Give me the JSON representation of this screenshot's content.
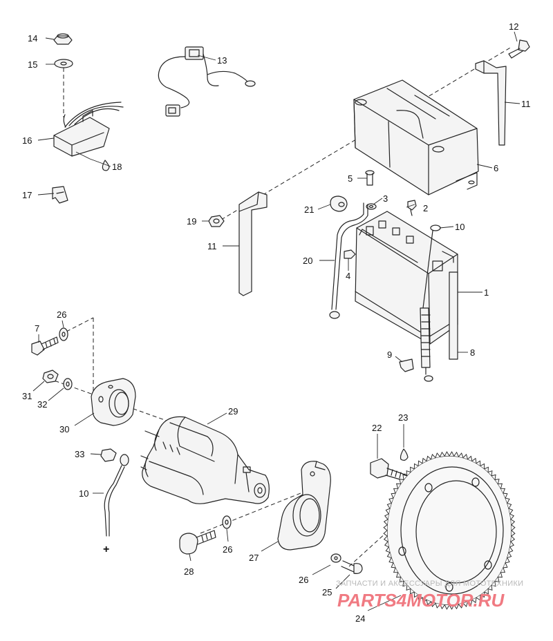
{
  "callouts": [
    {
      "id": "c1",
      "text": "1"
    },
    {
      "id": "c2",
      "text": "2"
    },
    {
      "id": "c3",
      "text": "3"
    },
    {
      "id": "c4",
      "text": "4"
    },
    {
      "id": "c5",
      "text": "5"
    },
    {
      "id": "c6",
      "text": "6"
    },
    {
      "id": "c7",
      "text": "7"
    },
    {
      "id": "c8",
      "text": "8"
    },
    {
      "id": "c9",
      "text": "9"
    },
    {
      "id": "c10a",
      "text": "10"
    },
    {
      "id": "c10b",
      "text": "10"
    },
    {
      "id": "c11a",
      "text": "11"
    },
    {
      "id": "c11b",
      "text": "11"
    },
    {
      "id": "c12",
      "text": "12"
    },
    {
      "id": "c13",
      "text": "13"
    },
    {
      "id": "c14",
      "text": "14"
    },
    {
      "id": "c15",
      "text": "15"
    },
    {
      "id": "c16",
      "text": "16"
    },
    {
      "id": "c17",
      "text": "17"
    },
    {
      "id": "c18",
      "text": "18"
    },
    {
      "id": "c19",
      "text": "19"
    },
    {
      "id": "c20",
      "text": "20"
    },
    {
      "id": "c21",
      "text": "21"
    },
    {
      "id": "c22",
      "text": "22"
    },
    {
      "id": "c23",
      "text": "23"
    },
    {
      "id": "c24",
      "text": "24"
    },
    {
      "id": "c25",
      "text": "25"
    },
    {
      "id": "c26a",
      "text": "26"
    },
    {
      "id": "c26b",
      "text": "26"
    },
    {
      "id": "c26c",
      "text": "26"
    },
    {
      "id": "c27",
      "text": "27"
    },
    {
      "id": "c28",
      "text": "28"
    },
    {
      "id": "c29",
      "text": "29"
    },
    {
      "id": "c30",
      "text": "30"
    },
    {
      "id": "c31",
      "text": "31"
    },
    {
      "id": "c32",
      "text": "32"
    },
    {
      "id": "c33",
      "text": "33"
    }
  ],
  "plus_sign": "+",
  "watermark": {
    "tagline": "ЗАПЧАСТИ И АКСЕССУАРЫ ДЛЯ МОТОТЕХНИКИ",
    "site": "PARTS4MOTOR.RU",
    "color": "#f07a82"
  }
}
